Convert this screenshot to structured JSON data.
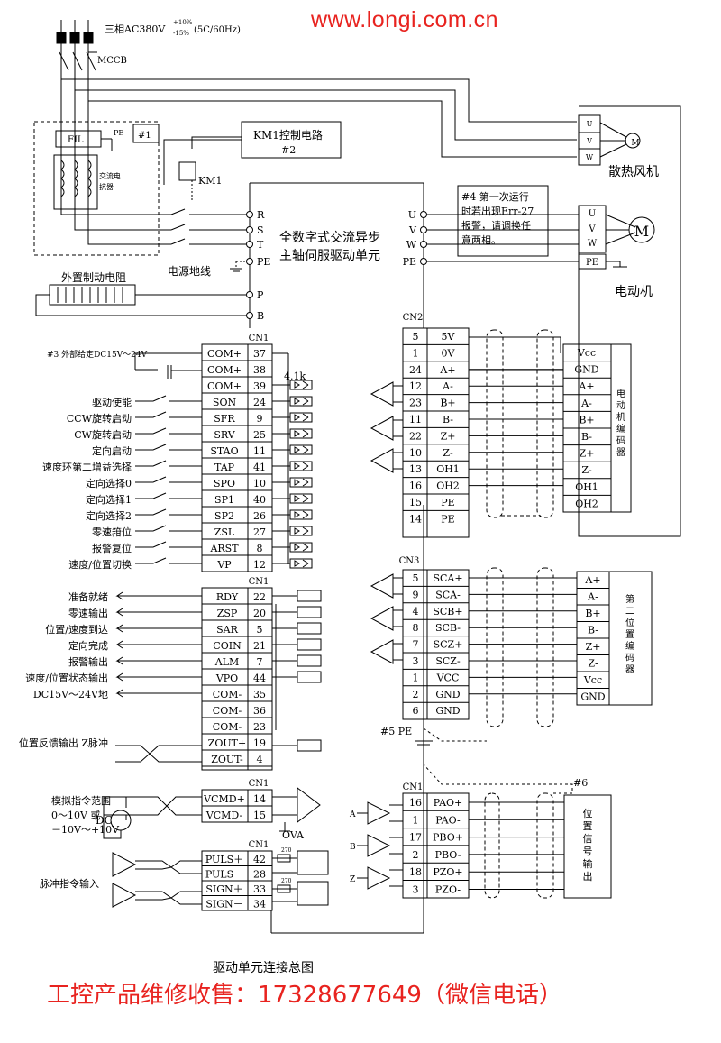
{
  "watermark": "www.longi.com.cn",
  "power": {
    "supply": "三相AC380V",
    "supply_tol_plus": "+10%",
    "supply_tol_minus": "-15%",
    "supply_freq": "(5C/60Hz)",
    "mccb": "MCCB",
    "fil": "FIL",
    "pe": "PE",
    "note1": "#1",
    "reactor": [
      "交流电",
      "抗器"
    ],
    "km1": "KM1",
    "km1_ctrl": "KM1控制电路",
    "note2": "#2",
    "ground_label": "电源地线",
    "brake_resistor": "外置制动电阻"
  },
  "drive": {
    "title_line1": "全数字式交流异步",
    "title_line2": "主轴伺服驱动单元",
    "inputs": [
      "R",
      "S",
      "T",
      "PE",
      "P",
      "B"
    ],
    "outputs": [
      "U",
      "V",
      "W",
      "PE"
    ]
  },
  "fan": {
    "label": "散热风机",
    "terms": [
      "U",
      "V",
      "W"
    ]
  },
  "motor": {
    "label": "电动机",
    "terms": [
      "U",
      "V",
      "W",
      "PE"
    ],
    "note4": [
      "#4 第一次运行",
      "时若出现Err-27",
      "报警，请调换任",
      "意两相。"
    ]
  },
  "cn1_in": {
    "header": "CN1",
    "note3": "#3 外部给定DC15V～24V",
    "resistor": "4.1k",
    "rows": [
      {
        "sig": "COM+",
        "pin": "37",
        "label": ""
      },
      {
        "sig": "COM+",
        "pin": "38",
        "label": ""
      },
      {
        "sig": "COM+",
        "pin": "39",
        "label": ""
      },
      {
        "sig": "SON",
        "pin": "24",
        "label": "驱动使能"
      },
      {
        "sig": "SFR",
        "pin": "9",
        "label": "CCW旋转启动"
      },
      {
        "sig": "SRV",
        "pin": "25",
        "label": "CW旋转启动"
      },
      {
        "sig": "STAO",
        "pin": "11",
        "label": "定向启动"
      },
      {
        "sig": "TAP",
        "pin": "41",
        "label": "速度环第二增益选择"
      },
      {
        "sig": "SPO",
        "pin": "10",
        "label": "定向选择0"
      },
      {
        "sig": "SP1",
        "pin": "40",
        "label": "定向选择1"
      },
      {
        "sig": "SP2",
        "pin": "26",
        "label": "定向选择2"
      },
      {
        "sig": "ZSL",
        "pin": "27",
        "label": "零速箝位"
      },
      {
        "sig": "ARST",
        "pin": "8",
        "label": "报警复位"
      },
      {
        "sig": "VP",
        "pin": "12",
        "label": "速度/位置切换"
      }
    ]
  },
  "cn1_out": {
    "header": "CN1",
    "rows": [
      {
        "sig": "RDY",
        "pin": "22",
        "label": "准备就绪"
      },
      {
        "sig": "ZSP",
        "pin": "20",
        "label": "零速输出"
      },
      {
        "sig": "SAR",
        "pin": "5",
        "label": "位置/速度到达"
      },
      {
        "sig": "COIN",
        "pin": "21",
        "label": "定向完成"
      },
      {
        "sig": "ALM",
        "pin": "7",
        "label": "报警输出"
      },
      {
        "sig": "VPO",
        "pin": "44",
        "label": "速度/位置状态输出"
      },
      {
        "sig": "COM-",
        "pin": "35",
        "label": "DC15V～24V地"
      },
      {
        "sig": "COM-",
        "pin": "36",
        "label": ""
      },
      {
        "sig": "COM-",
        "pin": "23",
        "label": ""
      },
      {
        "sig": "ZOUT+",
        "pin": "19",
        "label": "位置反馈输出 Z脉冲"
      },
      {
        "sig": "ZOUT-",
        "pin": "4",
        "label": ""
      }
    ]
  },
  "cn1_analog": {
    "header": "CN1",
    "rows": [
      {
        "sig": "VCMD+",
        "pin": "14"
      },
      {
        "sig": "VCMD-",
        "pin": "15"
      }
    ],
    "label": [
      "模拟指令范围",
      "0～10V 或",
      "－10V～+10V"
    ],
    "dc": "DC",
    "ova": "OVA"
  },
  "cn1_pulse": {
    "header": "CN1",
    "rows": [
      {
        "sig": "PULS＋",
        "pin": "42"
      },
      {
        "sig": "PULS－",
        "pin": "28"
      },
      {
        "sig": "SIGN＋",
        "pin": "33"
      },
      {
        "sig": "SIGN－",
        "pin": "34"
      }
    ],
    "label": "脉冲指令输入",
    "res": "270"
  },
  "cn2": {
    "header": "CN2",
    "rows": [
      {
        "pin": "5",
        "sig": "5V"
      },
      {
        "pin": "1",
        "sig": "0V"
      },
      {
        "pin": "24",
        "sig": "A+"
      },
      {
        "pin": "12",
        "sig": "A-"
      },
      {
        "pin": "23",
        "sig": "B+"
      },
      {
        "pin": "11",
        "sig": "B-"
      },
      {
        "pin": "22",
        "sig": "Z+"
      },
      {
        "pin": "10",
        "sig": "Z-"
      },
      {
        "pin": "13",
        "sig": "OH1"
      },
      {
        "pin": "16",
        "sig": "OH2"
      },
      {
        "pin": "15",
        "sig": "PE"
      },
      {
        "pin": "14",
        "sig": "PE"
      }
    ],
    "enc_terms": [
      "Vcc",
      "GND",
      "A+",
      "A-",
      "B+",
      "B-",
      "Z+",
      "Z-",
      "OH1",
      "OH2"
    ],
    "enc_label": [
      "电",
      "动",
      "机",
      "编",
      "码",
      "器"
    ]
  },
  "cn3": {
    "header": "CN3",
    "rows": [
      {
        "pin": "5",
        "sig": "SCA+"
      },
      {
        "pin": "9",
        "sig": "SCA-"
      },
      {
        "pin": "4",
        "sig": "SCB+"
      },
      {
        "pin": "8",
        "sig": "SCB-"
      },
      {
        "pin": "7",
        "sig": "SCZ+"
      },
      {
        "pin": "3",
        "sig": "SCZ-"
      },
      {
        "pin": "1",
        "sig": "VCC"
      },
      {
        "pin": "2",
        "sig": "GND"
      },
      {
        "pin": "6",
        "sig": "GND"
      }
    ],
    "enc_terms": [
      "A+",
      "A-",
      "B+",
      "B-",
      "Z+",
      "Z-",
      "Vcc",
      "GND"
    ],
    "enc_label": [
      "第",
      "二",
      "位",
      "置",
      "编",
      "码",
      "器"
    ],
    "pe_note": "#5 PE"
  },
  "cn1_pos": {
    "header": "CN1",
    "rows": [
      {
        "pin": "16",
        "sig": "PAO+"
      },
      {
        "pin": "1",
        "sig": "PAO-"
      },
      {
        "pin": "17",
        "sig": "PBO+"
      },
      {
        "pin": "2",
        "sig": "PBO-"
      },
      {
        "pin": "18",
        "sig": "PZO+"
      },
      {
        "pin": "3",
        "sig": "PZO-"
      }
    ],
    "drivers": [
      "A",
      "B",
      "Z"
    ],
    "note6": "#6",
    "box_label": [
      "位",
      "置",
      "信",
      "号",
      "输",
      "出"
    ]
  },
  "caption": "驱动单元连接总图",
  "footer": "工控产品维修收售：17328677649（微信电话）"
}
